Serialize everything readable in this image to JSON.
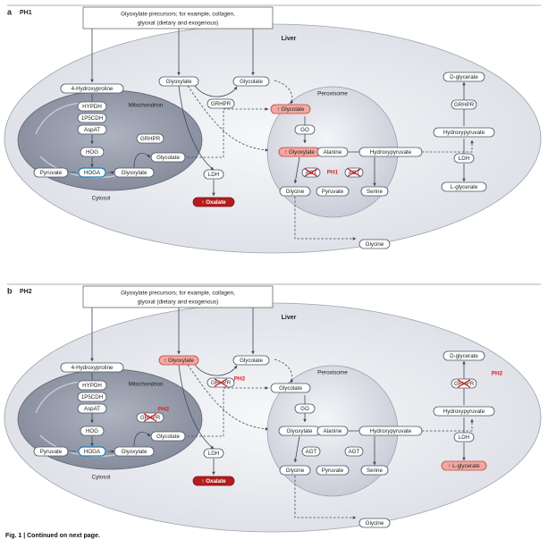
{
  "caption": "Fig. 1 | Continued on next page.",
  "panels": [
    {
      "letter": "a",
      "title": "PH1",
      "precursor_line1": "Glyoxylate precursors; for example, collagen,",
      "precursor_line2": "glyoxal (dietary and exogenous)",
      "liver": "Liver",
      "mitochondrion": "Mitochondrion",
      "peroxisome": "Peroxisome",
      "cytosol": "Cytosol",
      "hydroxyproline": "4-Hydroxyproline",
      "hypdh": "HYPDH",
      "p5cdh": "1P5CDH",
      "aspat": "AspAT",
      "hog": "HOG",
      "hoga": "HOGA",
      "pyruvate_mito": "Pyruvate",
      "glyoxylate_mito": "Glyoxylate",
      "grhpr_mito": "GRHPR",
      "glycolate_cyt": "Glycolate",
      "glyoxylate_cyt": "Glyoxylate",
      "glycolate_top": "Glycolate",
      "grhpr_cyt": "GRHPR",
      "ldh": "LDH",
      "oxalate": "↑ Oxalate",
      "perox_glycolate": "↑ Glycolate",
      "go": "GO",
      "perox_glyoxylate": "↑ Glyoxylate",
      "alanine": "Alanine",
      "hydroxypyruvate_perox": "Hydroxypyruvate",
      "agt_left": "AGT",
      "agt_right": "AGT",
      "ph_label": "PH1",
      "glycine_perox": "Glycine",
      "pyruvate_perox": "Pyruvate",
      "serine": "Serine",
      "glycine_out": "Glycine",
      "d_glycerate": "D-glycerate",
      "grhpr_right": "GRHPR",
      "hydroxypyruvate_right": "Hydroxypyruvate",
      "ldh_right": "LDH",
      "l_glycerate": "L-glycerate",
      "ph_grhpr_mito": "",
      "ph_grhpr_cyt": "",
      "ph_grhpr_right": ""
    },
    {
      "letter": "b",
      "title": "PH2",
      "precursor_line1": "Glyoxylate precursors; for example, collagen,",
      "precursor_line2": "glyoxal (dietary and exogenous)",
      "liver": "Liver",
      "mitochondrion": "Mitochondrion",
      "peroxisome": "Peroxisome",
      "cytosol": "Cytosol",
      "hydroxyproline": "4-Hydroxyproline",
      "hypdh": "HYPDH",
      "p5cdh": "1P5CDH",
      "aspat": "AspAT",
      "hog": "HOG",
      "hoga": "HOGA",
      "pyruvate_mito": "Pyruvate",
      "glyoxylate_mito": "Glyoxylate",
      "grhpr_mito": "GRHPR",
      "glycolate_cyt": "Glycolate",
      "glyoxylate_cyt": "↑ Glyoxylate",
      "glycolate_top": "Glycolate",
      "grhpr_cyt": "GRHPR",
      "ldh": "LDH",
      "oxalate": "↑ Oxalate",
      "perox_glycolate": "Glycolate",
      "go": "GO",
      "perox_glyoxylate": "Glyoxylate",
      "alanine": "Alanine",
      "hydroxypyruvate_perox": "Hydroxypyruvate",
      "agt_left": "AGT",
      "agt_right": "AGT",
      "ph_label": "",
      "glycine_perox": "Glycine",
      "pyruvate_perox": "Pyruvate",
      "serine": "Serine",
      "glycine_out": "Glycine",
      "d_glycerate": "D-glycerate",
      "grhpr_right": "GRHPR",
      "hydroxypyruvate_right": "Hydroxypyruvate",
      "ldh_right": "LDH",
      "l_glycerate": "↑ L-glycerate",
      "ph_grhpr_mito": "PH2",
      "ph_grhpr_cyt": "PH2",
      "ph_grhpr_right": "PH2"
    }
  ]
}
